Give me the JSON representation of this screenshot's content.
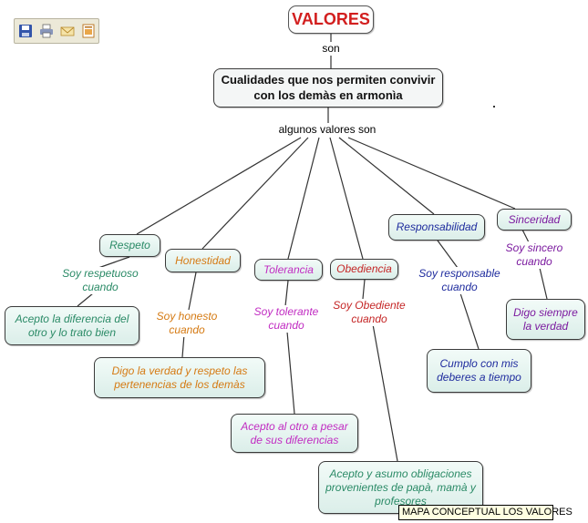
{
  "toolbar": {
    "buttons": [
      {
        "name": "save-icon",
        "color": "#3355aa"
      },
      {
        "name": "print-icon",
        "color": "#6677aa"
      },
      {
        "name": "email-icon",
        "color": "#d4a640"
      },
      {
        "name": "print-preview-icon",
        "color": "#d28a2a"
      }
    ]
  },
  "map": {
    "root": "VALORES",
    "link_son": "son",
    "concept_main": "Cualidades que nos permiten convivir con los demàs en armonìa",
    "link_algunos": "algunos valores son",
    "values": {
      "respeto": {
        "label": "Respeto",
        "link": "Soy respetuoso cuando",
        "detail": "Acepto la diferencia del otro y lo trato bien"
      },
      "honestidad": {
        "label": "Honestidad",
        "link": "Soy honesto cuando",
        "detail": "Digo la verdad y respeto las pertenencias de los demàs"
      },
      "tolerancia": {
        "label": "Tolerancia",
        "link": "Soy tolerante cuando",
        "detail": "Acepto al otro a pesar de sus diferencias"
      },
      "obediencia": {
        "label": "Obediencia",
        "link": "Soy Obediente cuando",
        "detail": "Acepto y asumo obligaciones provenientes de papà, mamà y profesores"
      },
      "responsabilidad": {
        "label": "Responsabilidad",
        "link": "Soy responsable cuando",
        "detail": "Cumplo con mis deberes a tiempo"
      },
      "sinceridad": {
        "label": "Sinceridad",
        "link": "Soy sincero cuando",
        "detail": "Digo siempre la verdad"
      }
    }
  },
  "tooltip": "MAPA CONCEPTUAL LOS VALORES",
  "colors": {
    "root_text": "#d21e1e",
    "respeto": "#2a8a66",
    "honestidad": "#d57a13",
    "tolerancia": "#c12cc2",
    "obediencia": "#c52626",
    "responsabilidad": "#1f2c9e",
    "sinceridad": "#7b1a9f"
  }
}
